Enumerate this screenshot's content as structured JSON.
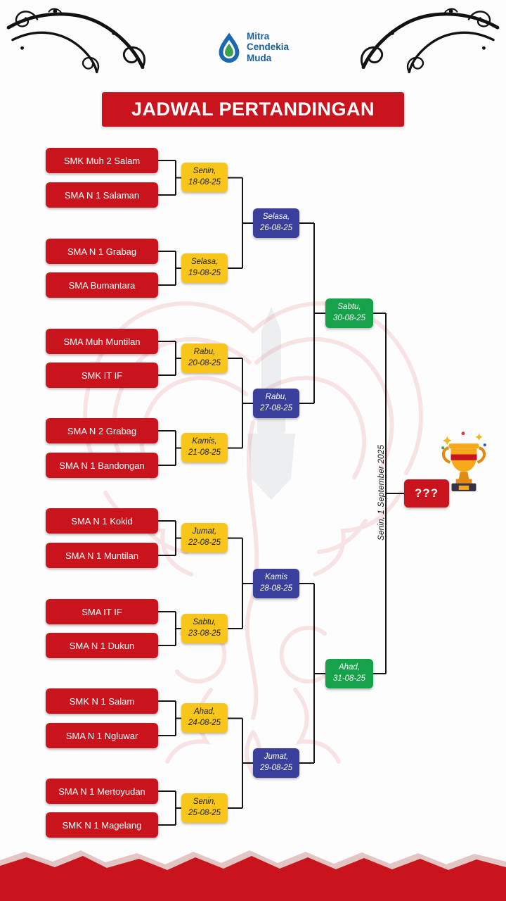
{
  "header": {
    "title": "JADWAL PERTANDINGAN",
    "logo": {
      "line1": "Mitra",
      "line2": "Cendekia",
      "line3": "Muda"
    }
  },
  "bracket": {
    "round1": [
      {
        "team_a": "SMK Muh 2 Salam",
        "team_b": "SMA N 1 Salaman",
        "date1": "Senin,",
        "date2": "18-08-25"
      },
      {
        "team_a": "SMA N 1 Grabag",
        "team_b": "SMA Bumantara",
        "date1": "Selasa,",
        "date2": "19-08-25"
      },
      {
        "team_a": "SMA Muh Muntilan",
        "team_b": "SMK IT IF",
        "date1": "Rabu,",
        "date2": "20-08-25"
      },
      {
        "team_a": "SMA N 2 Grabag",
        "team_b": "SMA N 1 Bandongan",
        "date1": "Kamis,",
        "date2": "21-08-25"
      },
      {
        "team_a": "SMA N 1 Kokid",
        "team_b": "SMA N 1 Muntilan",
        "date1": "Jumat,",
        "date2": "22-08-25"
      },
      {
        "team_a": "SMA IT IF",
        "team_b": "SMA N 1 Dukun",
        "date1": "Sabtu,",
        "date2": "23-08-25"
      },
      {
        "team_a": "SMK N 1 Salam",
        "team_b": "SMA N 1 Ngluwar",
        "date1": "Ahad,",
        "date2": "24-08-25"
      },
      {
        "team_a": "SMA N 1 Mertoyudan",
        "team_b": "SMK N 1 Magelang",
        "date1": "Senin,",
        "date2": "25-08-25"
      }
    ],
    "round2": [
      {
        "date1": "Selasa,",
        "date2": "26-08-25"
      },
      {
        "date1": "Rabu,",
        "date2": "27-08-25"
      },
      {
        "date1": "Kamis",
        "date2": "28-08-25"
      },
      {
        "date1": "Jumat,",
        "date2": "29-08-25"
      }
    ],
    "semifinals": [
      {
        "date1": "Sabtu,",
        "date2": "30-08-25"
      },
      {
        "date1": "Ahad,",
        "date2": "31-08-25"
      }
    ],
    "final": {
      "date_vertical": "Senin, 1 September 2025",
      "winner_placeholder": "???"
    }
  },
  "colors": {
    "red": "#C9141E",
    "yellow": "#F8C51B",
    "blue": "#3A3F9B",
    "green": "#15A24B"
  }
}
